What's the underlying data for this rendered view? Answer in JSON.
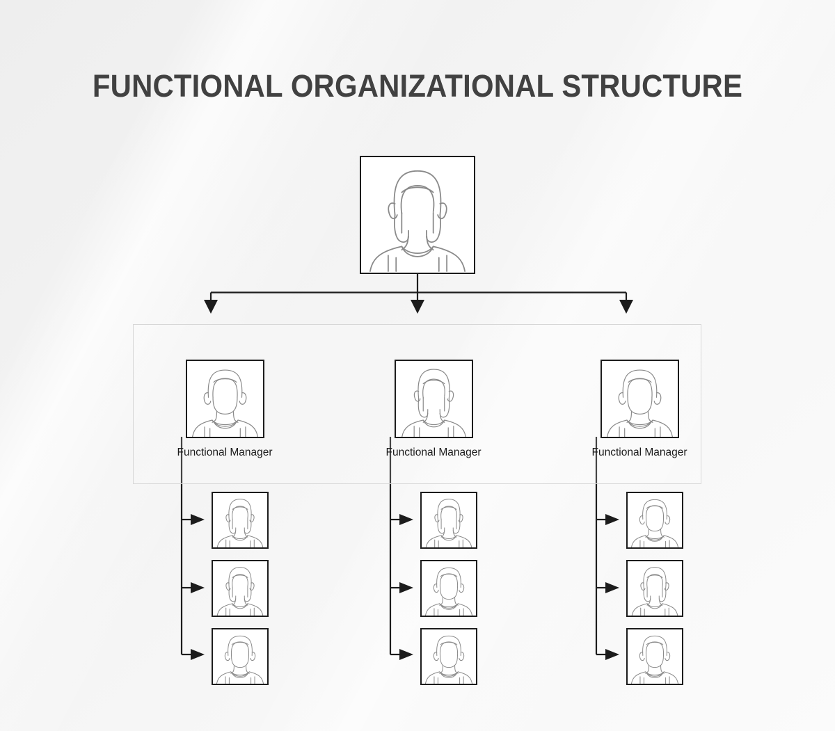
{
  "page": {
    "title": "FUNCTIONAL ORGANIZATIONAL STRUCTURE",
    "background_color": "#f3f3f3",
    "line_color": "#1c1c1c",
    "avatar_line_color": "#8a8a8a",
    "title_color": "#414141"
  },
  "chart_data": {
    "type": "diagram",
    "diagram_type": "organizational-chart",
    "title": "FUNCTIONAL ORGANIZATIONAL STRUCTURE",
    "levels": 3,
    "nodes": [
      {
        "id": "root",
        "level": 0,
        "label": "",
        "avatar": "female",
        "icon": "person-female-avatar"
      },
      {
        "id": "manager-1",
        "level": 1,
        "label": "Functional Manager",
        "avatar": "male",
        "icon": "person-male-avatar",
        "parent": "root"
      },
      {
        "id": "manager-2",
        "level": 1,
        "label": "Functional Manager",
        "avatar": "female",
        "icon": "person-female-avatar",
        "parent": "root"
      },
      {
        "id": "manager-3",
        "level": 1,
        "label": "Functional Manager",
        "avatar": "male",
        "icon": "person-male-avatar",
        "parent": "root"
      },
      {
        "id": "staff-1-1",
        "level": 2,
        "label": "",
        "avatar": "female",
        "icon": "person-female-avatar",
        "parent": "manager-1"
      },
      {
        "id": "staff-1-2",
        "level": 2,
        "label": "",
        "avatar": "female",
        "icon": "person-female-avatar",
        "parent": "manager-1"
      },
      {
        "id": "staff-1-3",
        "level": 2,
        "label": "",
        "avatar": "male",
        "icon": "person-male-avatar",
        "parent": "manager-1"
      },
      {
        "id": "staff-2-1",
        "level": 2,
        "label": "",
        "avatar": "female",
        "icon": "person-female-avatar",
        "parent": "manager-2"
      },
      {
        "id": "staff-2-2",
        "level": 2,
        "label": "",
        "avatar": "male",
        "icon": "person-male-avatar",
        "parent": "manager-2"
      },
      {
        "id": "staff-2-3",
        "level": 2,
        "label": "",
        "avatar": "male",
        "icon": "person-male-avatar",
        "parent": "manager-2"
      },
      {
        "id": "staff-3-1",
        "level": 2,
        "label": "",
        "avatar": "male",
        "icon": "person-male-avatar",
        "parent": "manager-3"
      },
      {
        "id": "staff-3-2",
        "level": 2,
        "label": "",
        "avatar": "female",
        "icon": "person-female-avatar",
        "parent": "manager-3"
      },
      {
        "id": "staff-3-3",
        "level": 2,
        "label": "",
        "avatar": "male",
        "icon": "person-male-avatar",
        "parent": "manager-3"
      }
    ],
    "edges": [
      {
        "from": "root",
        "to": "manager-1",
        "style": "elbow-arrow-down"
      },
      {
        "from": "root",
        "to": "manager-2",
        "style": "elbow-arrow-down"
      },
      {
        "from": "root",
        "to": "manager-3",
        "style": "elbow-arrow-down"
      },
      {
        "from": "manager-1",
        "to": "staff-1-1",
        "style": "elbow-arrow-right"
      },
      {
        "from": "manager-1",
        "to": "staff-1-2",
        "style": "elbow-arrow-right"
      },
      {
        "from": "manager-1",
        "to": "staff-1-3",
        "style": "elbow-arrow-right"
      },
      {
        "from": "manager-2",
        "to": "staff-2-1",
        "style": "elbow-arrow-right"
      },
      {
        "from": "manager-2",
        "to": "staff-2-2",
        "style": "elbow-arrow-right"
      },
      {
        "from": "manager-2",
        "to": "staff-2-3",
        "style": "elbow-arrow-right"
      },
      {
        "from": "manager-3",
        "to": "staff-3-1",
        "style": "elbow-arrow-right"
      },
      {
        "from": "manager-3",
        "to": "staff-3-2",
        "style": "elbow-arrow-right"
      },
      {
        "from": "manager-3",
        "to": "staff-3-3",
        "style": "elbow-arrow-right"
      }
    ]
  },
  "root": {
    "avatar": "female"
  },
  "managers": [
    {
      "label": "Functional Manager",
      "avatar": "male"
    },
    {
      "label": "Functional Manager",
      "avatar": "female"
    },
    {
      "label": "Functional Manager",
      "avatar": "male"
    }
  ],
  "columns": [
    {
      "staff": [
        "female",
        "female",
        "male"
      ]
    },
    {
      "staff": [
        "female",
        "male",
        "male"
      ]
    },
    {
      "staff": [
        "male",
        "female",
        "male"
      ]
    }
  ]
}
